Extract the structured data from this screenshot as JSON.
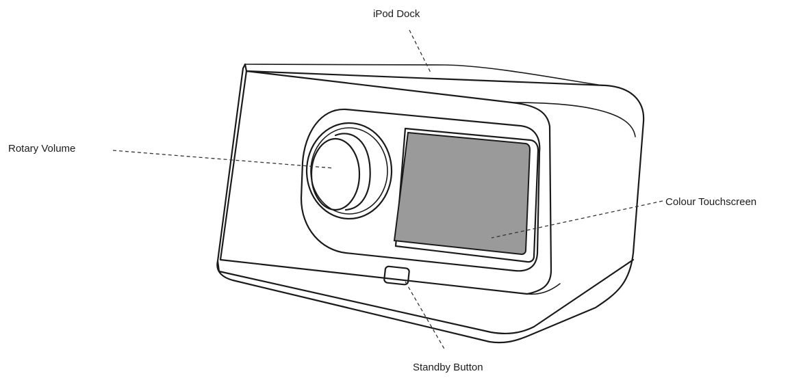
{
  "labels": {
    "ipod_dock": "iPod Dock",
    "rotary_volume": "Rotary Volume",
    "colour_touchscreen": "Colour Touchscreen",
    "standby_button": "Standby Button"
  },
  "colors": {
    "outline": "#1a1a1a",
    "screen": "#9a9a9a",
    "background": "#ffffff"
  }
}
